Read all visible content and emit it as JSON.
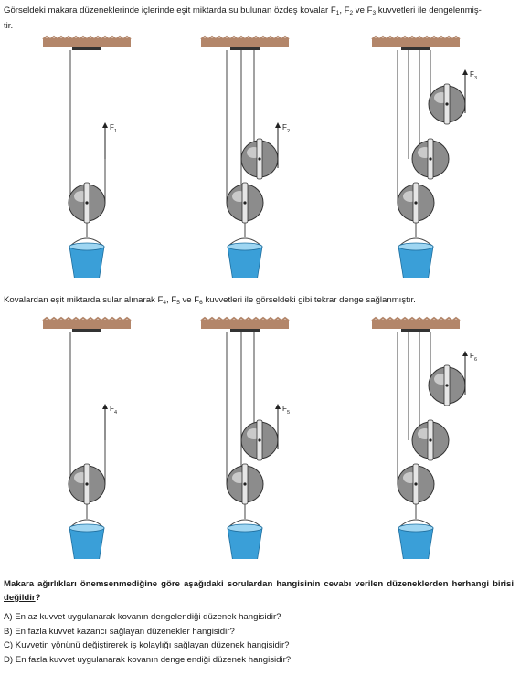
{
  "intro": {
    "part1": "Görseldeki makara düzeneklerinde içlerinde eşit miktarda su bulunan özdeş kovalar F",
    "s1": "1",
    "sep1": ", F",
    "s2": "2",
    "sep2": " ve F",
    "s3": "3",
    "part2": " kuvvetleri ile dengelenmiş-",
    "line2": "tir."
  },
  "intro2": {
    "part1": "Kovalardan eşit miktarda sular alınarak F",
    "s4": "4",
    "sep1": ", F",
    "s5": "5",
    "sep2": " ve F",
    "s6": "6",
    "part2": " kuvvetleri ile görseldeki gibi tekrar denge sağlanmıştır."
  },
  "figures": {
    "top": [
      {
        "force": "F",
        "sub": "1"
      },
      {
        "force": "F",
        "sub": "2"
      },
      {
        "force": "F",
        "sub": "3"
      }
    ],
    "bottom": [
      {
        "force": "F",
        "sub": "4"
      },
      {
        "force": "F",
        "sub": "5"
      },
      {
        "force": "F",
        "sub": "6"
      }
    ]
  },
  "question": {
    "text": "Makara ağırlıkları önemsenmediğine göre aşağıdaki sorulardan hangisinin cevabı verilen düzeneklerden herhangi birisi ",
    "emph": "değildir",
    "end": "?"
  },
  "options": [
    "A) En az kuvvet uygulanarak kovanın dengelendiği düzenek hangisidir?",
    "B) En fazla kuvvet kazancı sağlayan düzenekler hangisidir?",
    "C) Kuvvetin yönünü değiştirerek iş kolaylığı sağlayan düzenek hangisidir?",
    "D) En fazla kuvvet uygulanarak kovanın dengelendiği düzenek hangisidir?"
  ],
  "colors": {
    "ceiling": "#b3866a",
    "pulley": "#8c8c8c",
    "water": "#3a9fd8",
    "rope": "#444444"
  }
}
